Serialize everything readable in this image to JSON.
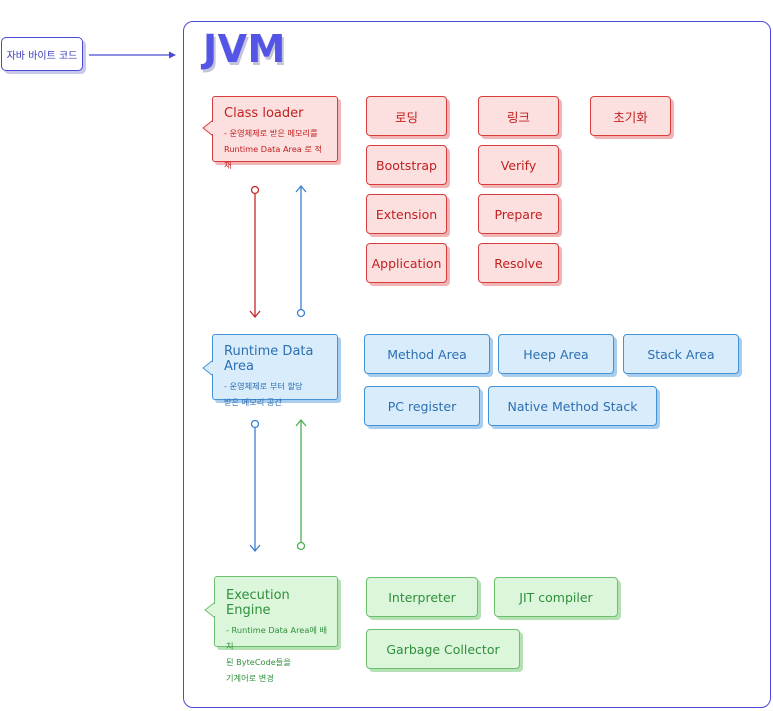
{
  "source": {
    "label": "자바 바이트 코드"
  },
  "jvm": {
    "title": "JVM"
  },
  "class_loader": {
    "title": "Class loader",
    "desc_line1": "- 운영체제로 받은 메모리를",
    "desc_line2": "Runtime Data Area 로 적재",
    "stages": {
      "loading": "로딩",
      "link": "링크",
      "init": "초기화"
    },
    "loaders": [
      "Bootstrap",
      "Extension",
      "Application"
    ],
    "link_steps": [
      "Verify",
      "Prepare",
      "Resolve"
    ]
  },
  "runtime_data_area": {
    "title": "Runtime Data Area",
    "desc_line1": "- 운영체제로 부터 할당",
    "desc_line2": "받은 메모리 공간",
    "areas": [
      "Method Area",
      "Heep Area",
      "Stack Area",
      "PC register",
      "Native Method Stack"
    ]
  },
  "execution_engine": {
    "title": "Execution Engine",
    "desc_line1": "- Runtime Data Area에 배치",
    "desc_line2": "된 ByteCode들을",
    "desc_line3": "기계어로 변경",
    "components": [
      "Interpreter",
      "JIT compiler",
      "Garbage Collector"
    ]
  },
  "colors": {
    "frame": "#4a4ad8",
    "red": "#d93c3c",
    "blue": "#4592d6",
    "green": "#6cc06c"
  }
}
